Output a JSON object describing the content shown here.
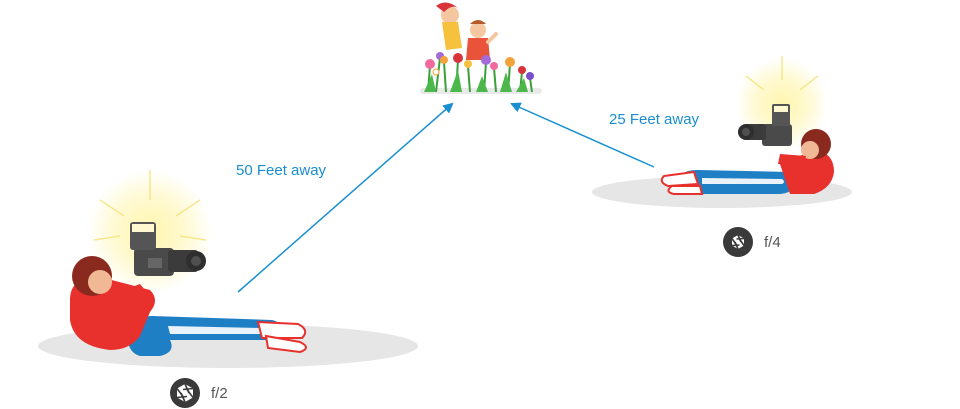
{
  "distances": {
    "far": "50 Feet away",
    "near": "25 Feet away"
  },
  "apertures": {
    "far": "f/2",
    "near": "f/4"
  },
  "icons": {
    "aperture": "aperture-icon",
    "subject": "children-in-flowers-illustration",
    "photographer": "photographer-lying-with-camera-illustration",
    "flash": "flash-burst-icon"
  },
  "colors": {
    "arrow": "#1a8fcf",
    "label": "#1a8fcf",
    "fstop_text": "#555555",
    "shadow": "#e6e6e6",
    "jacket": "#e8302c",
    "jeans": "#1f7fc4"
  }
}
